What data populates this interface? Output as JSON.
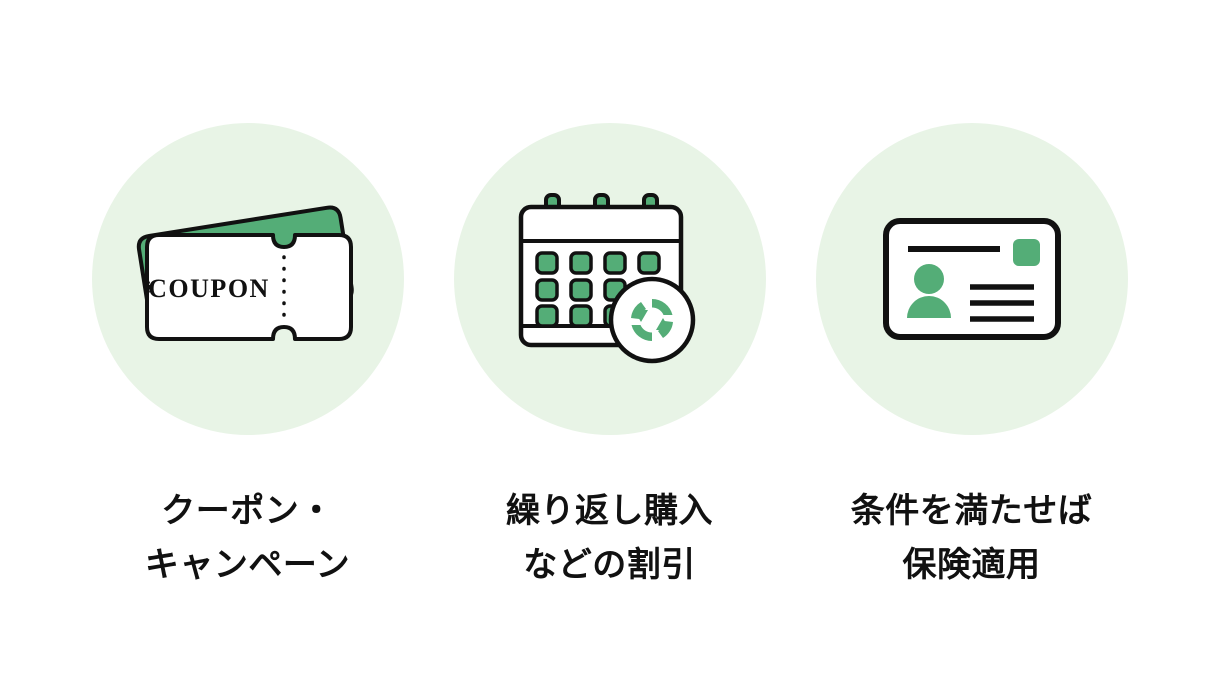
{
  "page": {
    "background_color": "#ffffff",
    "layout": "three-feature-row"
  },
  "theme": {
    "circle_bg": "#e8f4e6",
    "green": "#54ad77",
    "green_dark": "#4aa36d",
    "outline": "#111111",
    "card_white": "#ffffff",
    "text_color": "#111111"
  },
  "features": [
    {
      "id": "coupon-campaign",
      "icon": "coupon-ticket-icon",
      "icon_text": "COUPON",
      "label": "クーポン・\nキャンペーン",
      "label_line1": "クーポン・",
      "label_line2": "キャンペーン"
    },
    {
      "id": "repeat-purchase-discount",
      "icon": "calendar-refresh-icon",
      "label": "繰り返し購入\nなどの割引",
      "label_line1": "繰り返し購入",
      "label_line2": "などの割引"
    },
    {
      "id": "insurance-coverage",
      "icon": "id-card-icon",
      "label": "条件を満たせば\n保険適用",
      "label_line1": "条件を満たせば",
      "label_line2": "保険適用"
    }
  ]
}
